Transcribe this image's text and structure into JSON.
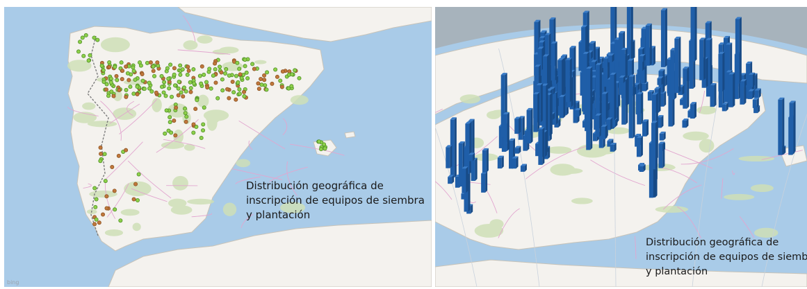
{
  "left_map": {
    "caption_lines": [
      "Distribución geográfica de",
      "inscripción de equipos de siembra",
      "y plantación"
    ],
    "attribution": "bing",
    "colors": {
      "sea": "#a9cbe8",
      "land": "#f4f2ee",
      "vegetation": "#cfe0b7",
      "marker_green": "#8ed04a",
      "marker_orange": "#c0773b"
    }
  },
  "right_map": {
    "caption_lines": [
      "Distribución geográfica de",
      "inscripción de equipos de siembra",
      "y plantación"
    ],
    "colors": {
      "sky": "#a7b3bc",
      "sea": "#a9cbe8",
      "land": "#f4f2ee",
      "bar": "#1f5ea8"
    }
  }
}
